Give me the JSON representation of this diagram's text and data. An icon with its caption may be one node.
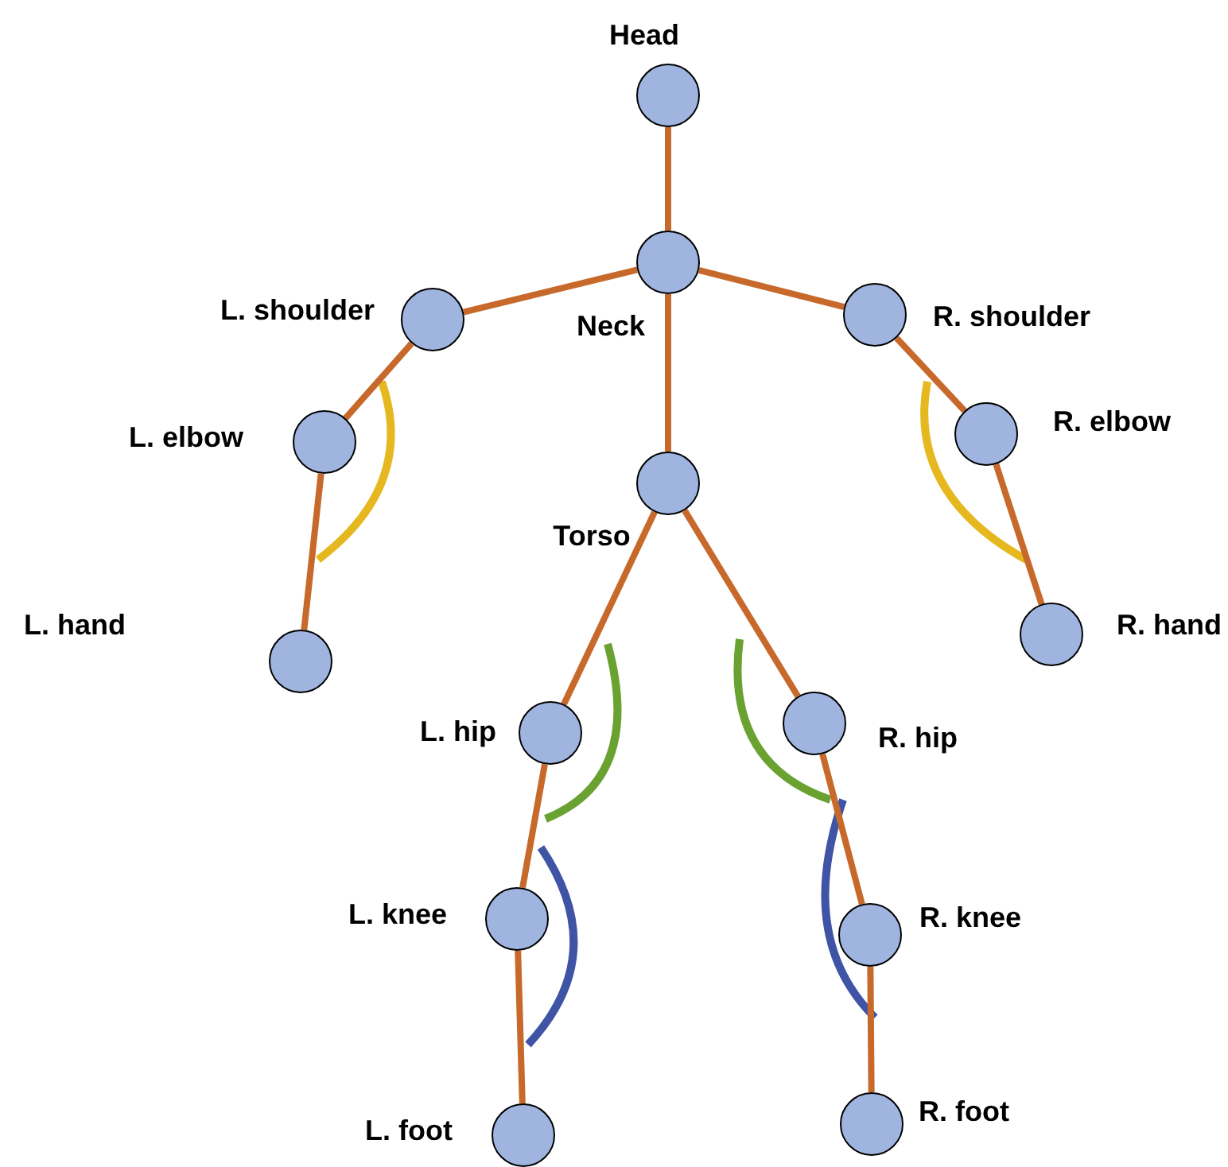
{
  "diagram": {
    "nodes": [
      {
        "text": [],
        "shape": "circle",
        "beside": [
          "Head"
        ]
      },
      {
        "text": [],
        "shape": "circle",
        "beside": [
          "Neck"
        ]
      },
      {
        "text": [],
        "shape": "circle",
        "beside": [
          "L. shoulder"
        ]
      },
      {
        "text": [],
        "shape": "circle",
        "beside": [
          "R. shoulder"
        ]
      },
      {
        "text": [],
        "shape": "circle",
        "beside": [
          "L. elbow"
        ]
      },
      {
        "text": [],
        "shape": "circle",
        "beside": [
          "R. elbow"
        ]
      },
      {
        "text": [],
        "shape": "circle"
      },
      {
        "text": [],
        "shape": "circle",
        "beside": [
          "R. hand"
        ]
      },
      {
        "text": [],
        "shape": "circle",
        "beside": [
          "Torso"
        ]
      },
      {
        "text": [],
        "shape": "circle",
        "beside": [
          "L. hip"
        ]
      },
      {
        "text": [],
        "shape": "circle",
        "beside": [
          "R. hip"
        ]
      },
      {
        "text": [],
        "shape": "circle",
        "beside": [
          "L. knee"
        ]
      },
      {
        "text": [],
        "shape": "circle",
        "beside": [
          "R. knee"
        ]
      },
      {
        "text": [],
        "shape": "circle",
        "beside": [
          "L. foot"
        ]
      },
      {
        "text": [],
        "shape": "circle",
        "beside": [
          "R. foot"
        ]
      }
    ],
    "edges": [
      {
        "from": 0,
        "to": 1,
        "arrow": "none"
      },
      {
        "from": 1,
        "to": 2,
        "arrow": "none"
      },
      {
        "from": 1,
        "to": 3,
        "arrow": "none"
      },
      {
        "from": 1,
        "to": 8,
        "arrow": "none"
      },
      {
        "from": 2,
        "to": 4,
        "arrow": "none"
      },
      {
        "from": 4,
        "to": 6,
        "arrow": "none"
      },
      {
        "from": 3,
        "to": 5,
        "arrow": "none"
      },
      {
        "from": 5,
        "to": 7,
        "arrow": "none"
      },
      {
        "from": 8,
        "to": 9,
        "arrow": "none"
      },
      {
        "from": 8,
        "to": 10,
        "arrow": "none"
      },
      {
        "from": 9,
        "to": 11,
        "arrow": "none"
      },
      {
        "from": 11,
        "to": 13,
        "arrow": "none"
      },
      {
        "from": 10,
        "to": 12,
        "arrow": "none"
      },
      {
        "from": 12,
        "to": 14,
        "arrow": "none"
      }
    ],
    "labels": [
      "L. hand"
    ]
  }
}
